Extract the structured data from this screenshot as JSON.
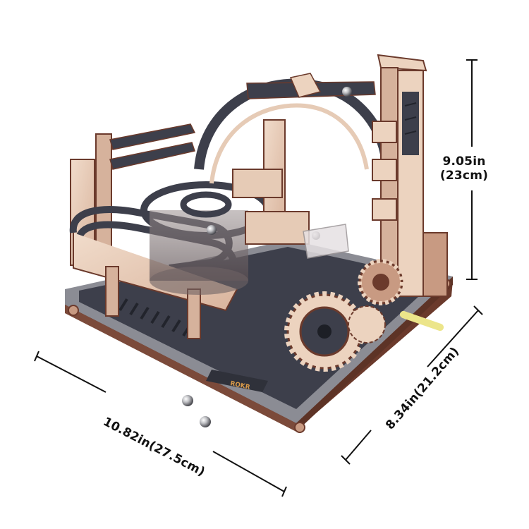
{
  "product": {
    "name": "Mechanical wooden marble run model",
    "brand_engraving": "ROKR",
    "colors": {
      "light_wood": "#ecd3bf",
      "mid_wood": "#c89a82",
      "dark_edge": "#6b3a2c",
      "dark_panel": "#3d3f4b",
      "base_grey": "#8b8c94",
      "crank_handle": "#ece58a",
      "steel_ball": "#c9c9cc",
      "background": "#ffffff",
      "dimension_line": "#111111"
    }
  },
  "dimensions": {
    "height": {
      "imperial": "9.05in",
      "metric": "(23cm)"
    },
    "length": {
      "label": "10.82in(27.5cm)"
    },
    "width": {
      "label": "8.34in(21.2cm)"
    }
  },
  "loose_items": [
    {
      "name": "steel-marble",
      "count": 2
    }
  ]
}
